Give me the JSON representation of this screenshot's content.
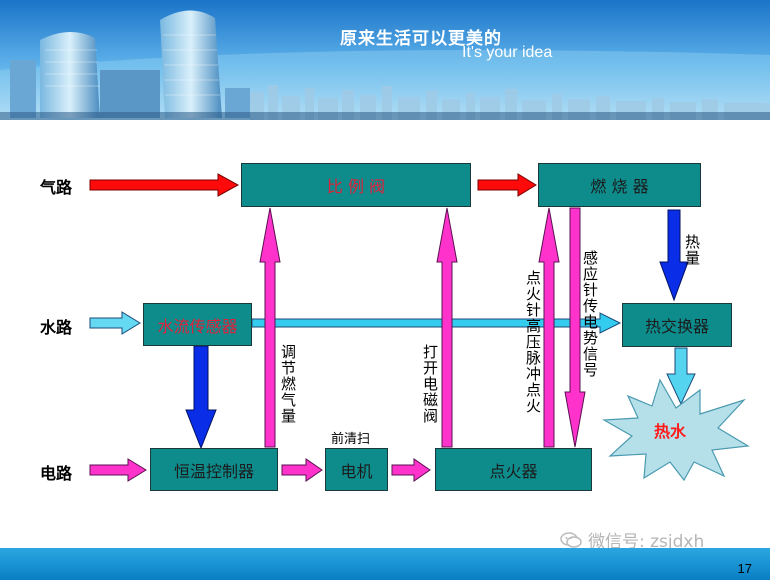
{
  "header": {
    "slogan_cn": "原来生活可以更美的",
    "slogan_en": "It's your idea"
  },
  "rows": {
    "gas": "气路",
    "water": "水路",
    "power": "电路"
  },
  "boxes": {
    "proportional_valve": "比 例 阀",
    "burner": "燃 烧 器",
    "flow_sensor": "水流传感器",
    "heat_exchanger": "热交换器",
    "thermostat_controller": "恒温控制器",
    "motor": "电机",
    "igniter": "点火器"
  },
  "labels": {
    "heat": "热量",
    "adjust_gas": "调节燃气量",
    "open_solenoid": "打开电磁阀",
    "ignition_needle": "点火针高压脉冲点火",
    "sensing_needle": "感应针传电势信号",
    "pre_purge": "前清扫"
  },
  "hot_water": "热水",
  "colors": {
    "box_fill": "#0e8c8c",
    "gas_arrow": "#ff0a0a",
    "water_arrow": "#33ccee",
    "power_arrow": "#ff33cc",
    "control_arrow": "#0a2ee8",
    "heat_burst": "#a8dce6"
  },
  "watermark": "微信号: zsjdxh",
  "page_number": "17"
}
